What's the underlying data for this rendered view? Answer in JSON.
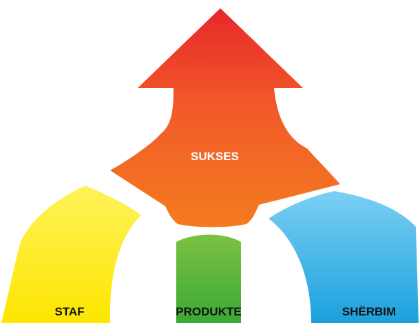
{
  "diagram": {
    "center_label": "SUKSES",
    "pillars": [
      {
        "label": "STAF"
      },
      {
        "label": "PRODUKTE"
      },
      {
        "label": "SHËRBIM"
      }
    ]
  },
  "colors": {
    "arrow_top": "#e8272a",
    "arrow_mid": "#f15a29",
    "arrow_bottom": "#f47b20",
    "staf_top": "#fff25a",
    "staf_bottom": "#fde600",
    "produkte_top": "#7cc242",
    "produkte_bottom": "#3aa935",
    "sherbim_top": "#7ccff4",
    "sherbim_bottom": "#1ba1dd",
    "label_dark": "#111111",
    "label_light": "#ffffff"
  }
}
